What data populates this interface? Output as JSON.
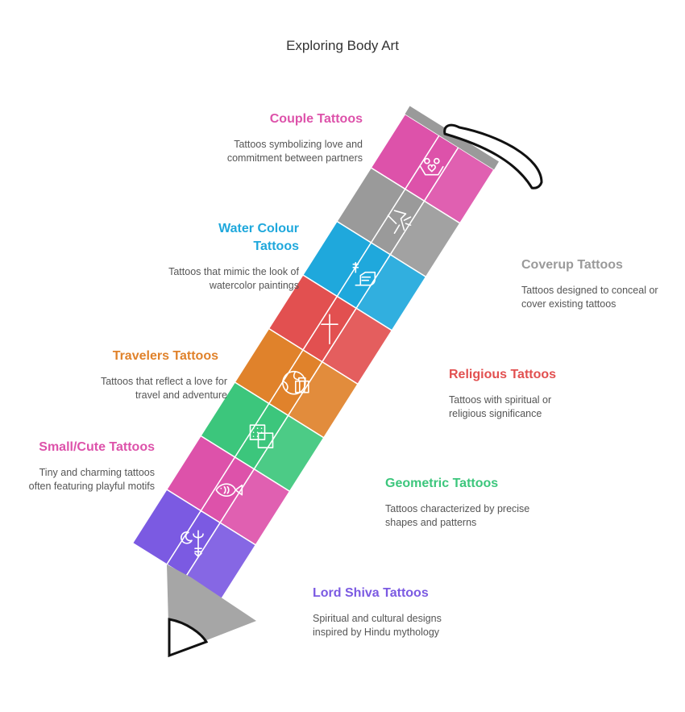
{
  "title": "Exploring Body Art",
  "colors": {
    "couple": "#dd52aa",
    "coverup": "#9a9a9a",
    "watercolour": "#1fa8dc",
    "religious": "#e25050",
    "travelers": "#e0822b",
    "geometric": "#3cc67c",
    "smallcute": "#dd52aa",
    "shiva": "#7b5ae2",
    "pencil_tip": "#a6a6a6",
    "outline": "#111111"
  },
  "items": [
    {
      "key": "couple",
      "title": "Couple Tattoos",
      "description": "Tattoos symbolizing love and commitment between partners",
      "icon": "hands-heart-icon"
    },
    {
      "key": "coverup",
      "title": "Coverup Tattoos",
      "description": "Tattoos designed to conceal or cover existing tattoos",
      "icon": "tattoo-machine-icon"
    },
    {
      "key": "watercolour",
      "title": "Water Colour Tattoos",
      "description": "Tattoos that mimic the look of watercolor paintings",
      "icon": "painting-hand-icon"
    },
    {
      "key": "religious",
      "title": "Religious Tattoos",
      "description": "Tattoos with spiritual or religious significance",
      "icon": "cross-icon"
    },
    {
      "key": "travelers",
      "title": "Travelers Tattoos",
      "description": "Tattoos that reflect a love for travel and adventure",
      "icon": "globe-luggage-icon"
    },
    {
      "key": "geometric",
      "title": "Geometric Tattoos",
      "description": "Tattoos characterized by precise shapes and patterns",
      "icon": "dotted-squares-icon"
    },
    {
      "key": "smallcute",
      "title": "Small/Cute Tattoos",
      "description": "Tiny and charming tattoos often featuring playful motifs",
      "icon": "fish-icon"
    },
    {
      "key": "shiva",
      "title": "Lord Shiva Tattoos",
      "description": "Spiritual and cultural designs inspired by Hindu mythology",
      "icon": "trishul-moon-icon"
    }
  ]
}
